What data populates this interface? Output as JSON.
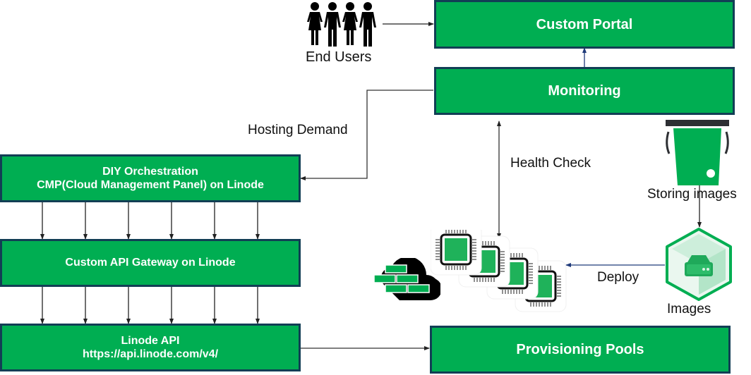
{
  "nodes": {
    "custom_portal": "Custom Portal",
    "monitoring": "Monitoring",
    "orchestration_line1": "DIY Orchestration",
    "orchestration_line2": "CMP(Cloud Management Panel) on Linode",
    "api_gateway": "Custom API Gateway on Linode",
    "linode_api_line1": "Linode API",
    "linode_api_line2": "https://api.linode.com/v4/",
    "provisioning_pools": "Provisioning Pools"
  },
  "labels": {
    "end_users": "End Users",
    "hosting_demand": "Hosting Demand",
    "health_check": "Health Check",
    "storing_images": "Storing images",
    "deploy": "Deploy",
    "images": "Images"
  },
  "icons": {
    "end_users": "people-group-icon",
    "firewall": "cloud-firewall-icon",
    "compute": "cpu-chip-icon",
    "storage": "object-storage-bucket-icon",
    "images": "image-disk-hexagon-icon"
  },
  "colors": {
    "box_fill": "#00ae52",
    "box_border": "#123e55",
    "arrow": "#222222",
    "arrow_blue": "#1f3a7a"
  }
}
